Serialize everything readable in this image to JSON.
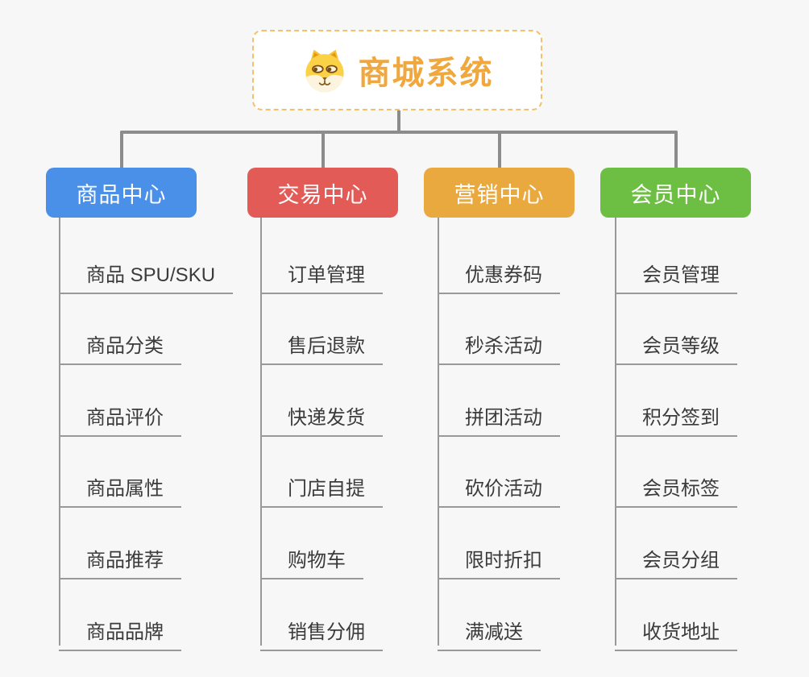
{
  "page": {
    "background": "#f7f7f7",
    "connector_color": "#8c8c8c",
    "leaf_line_color": "#999999",
    "leaf_text_color": "#3b3b3b"
  },
  "root": {
    "title": "商城系统",
    "icon": "dog-face-icon",
    "title_color": "#f0a73d",
    "border_color": "#f5c06a",
    "background": "#ffffff"
  },
  "branches": [
    {
      "label": "商品中心",
      "color": "#4a8fe8",
      "items": [
        "商品 SPU/SKU",
        "商品分类",
        "商品评价",
        "商品属性",
        "商品推荐",
        "商品品牌"
      ]
    },
    {
      "label": "交易中心",
      "color": "#e25b57",
      "items": [
        "订单管理",
        "售后退款",
        "快递发货",
        "门店自提",
        "购物车",
        "销售分佣"
      ]
    },
    {
      "label": "营销中心",
      "color": "#e9a93f",
      "items": [
        "优惠券码",
        "秒杀活动",
        "拼团活动",
        "砍价活动",
        "限时折扣",
        "满减送"
      ]
    },
    {
      "label": "会员中心",
      "color": "#6dbf43",
      "items": [
        "会员管理",
        "会员等级",
        "积分签到",
        "会员标签",
        "会员分组",
        "收货地址"
      ]
    }
  ]
}
